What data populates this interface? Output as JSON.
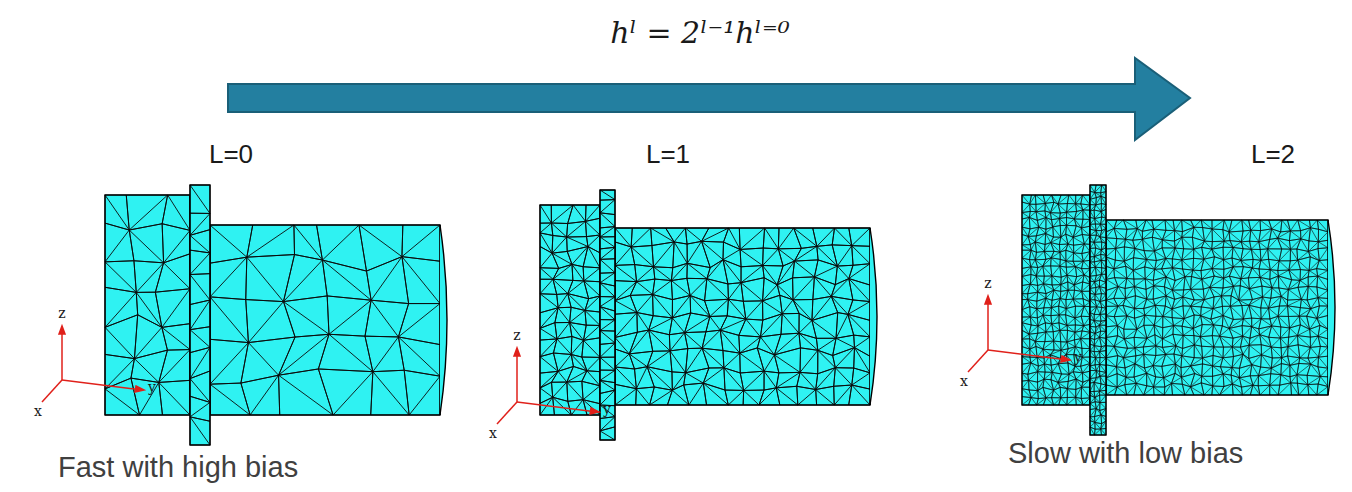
{
  "diagram": {
    "labels": [
      "hˡ = 2ˡ⁻¹hˡ⁼⁰",
      "L=0",
      "L=1",
      "L=2",
      "z",
      "y",
      "x",
      "z",
      "y",
      "x",
      "z",
      "y",
      "x",
      "Fast with high bias",
      "Slow with low bias"
    ]
  }
}
